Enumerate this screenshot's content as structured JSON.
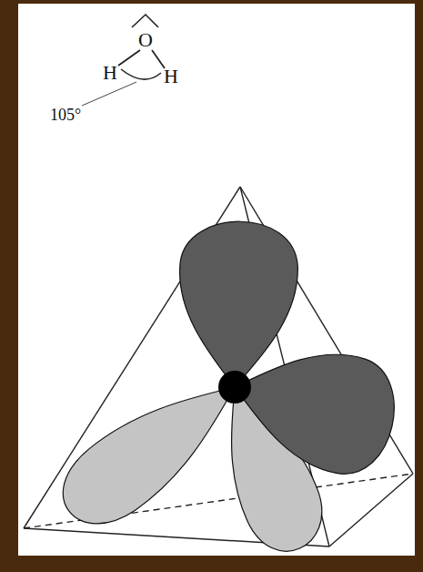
{
  "diagram": {
    "labels": [
      "O",
      "H",
      "H",
      "105°"
    ]
  }
}
